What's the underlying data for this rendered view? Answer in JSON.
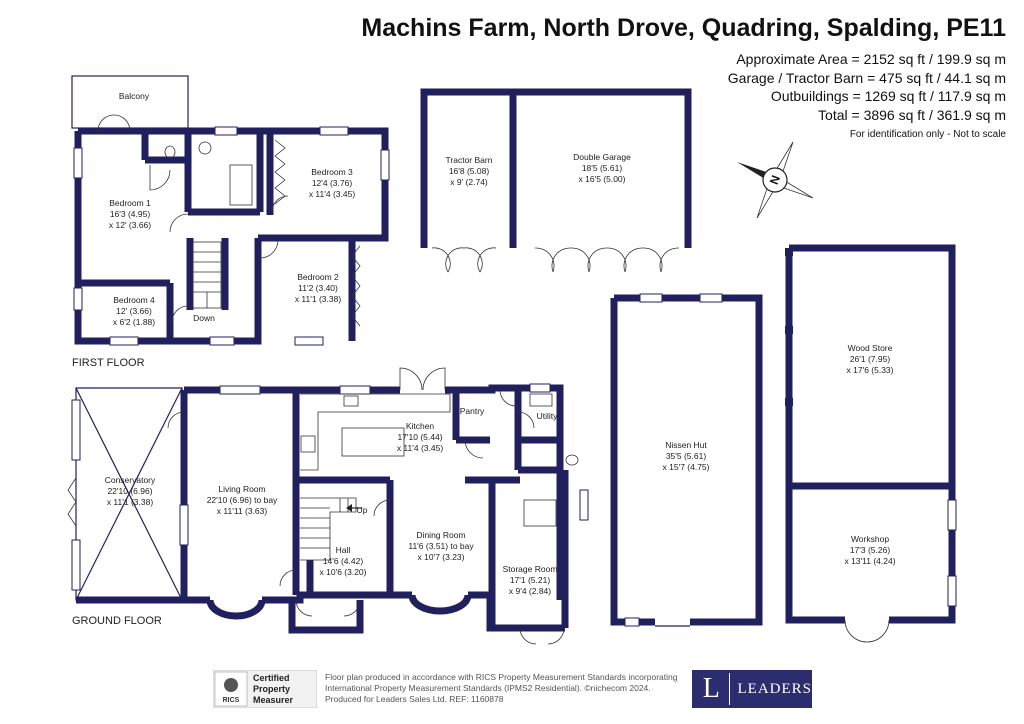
{
  "header": {
    "title": "Machins Farm, North Drove, Quadring, Spalding, PE11",
    "areas": [
      "Approximate Area = 2152 sq ft / 199.9 sq m",
      "Garage / Tractor Barn = 475 sq ft / 44.1 sq m",
      "Outbuildings = 1269 sq ft / 117.9 sq m",
      "Total = 3896 sq ft / 361.9 sq m"
    ],
    "note": "For identification only - Not to scale"
  },
  "compass": {
    "letter": "N"
  },
  "floors": {
    "first": "FIRST FLOOR",
    "ground": "GROUND FLOOR"
  },
  "rooms": {
    "balcony": {
      "name": "Balcony"
    },
    "bedroom1": {
      "name": "Bedroom 1",
      "d1": "16'3 (4.95)",
      "d2": "x 12' (3.66)"
    },
    "bedroom3": {
      "name": "Bedroom 3",
      "d1": "12'4 (3.76)",
      "d2": "x 11'4 (3.45)"
    },
    "bedroom2": {
      "name": "Bedroom 2",
      "d1": "11'2 (3.40)",
      "d2": "x 11'1 (3.38)"
    },
    "bedroom4": {
      "name": "Bedroom 4",
      "d1": "12' (3.66)",
      "d2": "x 6'2 (1.88)"
    },
    "down": {
      "name": "Down"
    },
    "tractor": {
      "name": "Tractor Barn",
      "d1": "16'8 (5.08)",
      "d2": "x 9' (2.74)"
    },
    "garage": {
      "name": "Double Garage",
      "d1": "18'5 (5.61)",
      "d2": "x 16'5 (5.00)"
    },
    "conservatory": {
      "name": "Conservatory",
      "d1": "22'10 (6.96)",
      "d2": "x 11'1 (3.38)"
    },
    "living": {
      "name": "Living Room",
      "d1": "22'10 (6.96) to bay",
      "d2": "x 11'11 (3.63)"
    },
    "kitchen": {
      "name": "Kitchen",
      "d1": "17'10 (5.44)",
      "d2": "x 11'4 (3.45)"
    },
    "pantry": {
      "name": "Pantry"
    },
    "utility": {
      "name": "Utility"
    },
    "hall": {
      "name": "Hall",
      "d1": "14'6 (4.42)",
      "d2": "x 10'6 (3.20)"
    },
    "up": {
      "name": "Up"
    },
    "dining": {
      "name": "Dining Room",
      "d1": "11'6 (3.51) to bay",
      "d2": "x 10'7 (3.23)"
    },
    "storage": {
      "name": "Storage Room",
      "d1": "17'1 (5.21)",
      "d2": "x 9'4 (2.84)"
    },
    "nissen": {
      "name": "Nissen Hut",
      "d1": "35'5 (5.61)",
      "d2": "x 15'7 (4.75)"
    },
    "wood": {
      "name": "Wood Store",
      "d1": "26'1 (7.95)",
      "d2": "x 17'6 (5.33)"
    },
    "workshop": {
      "name": "Workshop",
      "d1": "17'3 (5.26)",
      "d2": "x 13'11 (4.24)"
    }
  },
  "footer": {
    "rics": [
      "Certified",
      "Property",
      "Measurer"
    ],
    "rics_brand": "RICS",
    "disclaimer": [
      "Floor plan produced in accordance with RICS Property Measurement Standards incorporating",
      "International Property Measurement Standards (IPMS2 Residential). ©nichecom 2024.",
      "Produced for Leaders Sales Ltd.   REF:  1160878"
    ],
    "logo_letter": "L",
    "logo_word": "LEADERS"
  },
  "colors": {
    "wall": "#21205e",
    "logo_bg": "#2b2d6e"
  }
}
